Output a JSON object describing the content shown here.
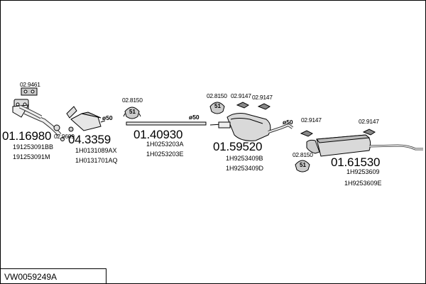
{
  "diagram_code": "VW0059249A",
  "groups": [
    {
      "id": "front-pipe",
      "part": "01.16980",
      "oem": [
        "191253091BB",
        "191253091M"
      ],
      "mount_code": "02.9461",
      "clamp_code": "02.9609"
    },
    {
      "id": "catalyst",
      "part": "04.3359",
      "oem": [
        "1H0131089AX",
        "1H0131701AQ"
      ],
      "diameter": "ø50"
    },
    {
      "id": "intermediate-pipe",
      "part": "01.40930",
      "oem": [
        "1H0253203A",
        "1H0253203E"
      ],
      "hanger_code": "02.8150",
      "hanger_badge": "51",
      "diameter": "ø50"
    },
    {
      "id": "middle-silencer",
      "part": "01.59520",
      "oem": [
        "1H9253409B",
        "1H9253409D"
      ],
      "hanger_code": "02.8150",
      "hanger_badge": "51",
      "clamp_codes": [
        "02.9147",
        "02.9147"
      ],
      "diameter": "ø50"
    },
    {
      "id": "rear-silencer",
      "part": "01.61530",
      "oem": [
        "1H9253609",
        "1H9253609E"
      ],
      "hanger_code": "02.8150",
      "hanger_badge": "51",
      "clamp_codes": [
        "02.9147",
        "02.9147"
      ]
    }
  ]
}
